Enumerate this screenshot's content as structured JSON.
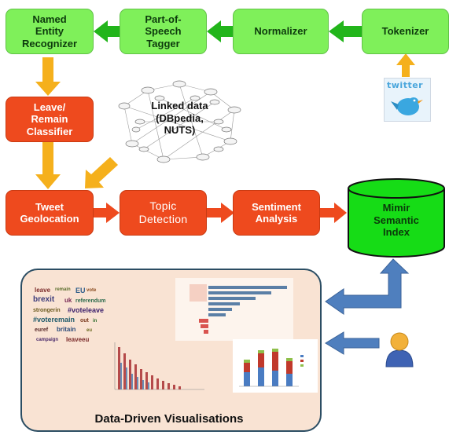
{
  "pipeline": {
    "ner": "Named\nEntity\nRecognizer",
    "pos": "Part-of-\nSpeech\nTagger",
    "normalizer": "Normalizer",
    "tokenizer": "Tokenizer",
    "classifier": "Leave/\nRemain\nClassifier",
    "geolocation": "Tweet\nGeolocation",
    "topic": "Topic\nDetection",
    "sentiment": "Sentiment\nAnalysis",
    "index": "Mimir\nSemantic\nIndex"
  },
  "linked_data": "Linked data\n(DBpedia,\nNUTS)",
  "twitter_logo": "twitter",
  "visualisation_title": "Data-Driven Visualisations",
  "colors": {
    "green_box": "#7ff05a",
    "red_box": "#ee4a1e",
    "orange_arrow": "#f5b01c",
    "green_arrow": "#22b51b",
    "blue_arrow": "#4f7fbe",
    "panel_bg": "#f9e3d3"
  }
}
